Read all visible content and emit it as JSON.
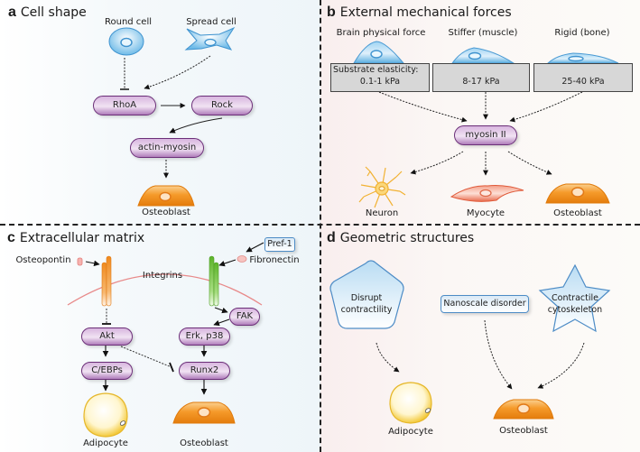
{
  "panels": {
    "a": {
      "letter": "a",
      "title": "Cell shape",
      "cells": {
        "round": "Round cell",
        "spread": "Spread cell",
        "osteoblast": "Osteoblast"
      },
      "nodes": {
        "rhoa": "RhoA",
        "rock": "Rock",
        "actin_myosin": "actin-myosin"
      }
    },
    "b": {
      "letter": "b",
      "title": "External mechanical forces",
      "conditions": [
        {
          "label": "Brain physical force",
          "substrate_line1": "Substrate elasticity:",
          "substrate_line2": "0.1-1 kPa"
        },
        {
          "label": "Stiffer (muscle)",
          "substrate_line1": "",
          "substrate_line2": "8-17 kPa"
        },
        {
          "label": "Rigid (bone)",
          "substrate_line1": "",
          "substrate_line2": "25-40 kPa"
        }
      ],
      "nodes": {
        "myosin": "myosin II"
      },
      "outcomes": {
        "neuron": "Neuron",
        "myocyte": "Myocyte",
        "osteoblast": "Osteoblast"
      }
    },
    "c": {
      "letter": "c",
      "title": "Extracellular matrix",
      "ligands": {
        "osteopontin": "Osteopontin",
        "fibronectin": "Fibronectin",
        "pref1": "Pref-1"
      },
      "membrane_label": "Integrins",
      "nodes": {
        "fak": "FAK",
        "akt": "Akt",
        "erk": "Erk, p38",
        "cebps": "C/EBPs",
        "runx2": "Runx2"
      },
      "outcomes": {
        "adipocyte": "Adipocyte",
        "osteoblast": "Osteoblast"
      }
    },
    "d": {
      "letter": "d",
      "title": "Geometric structures",
      "shapes": {
        "disrupt_line1": "Disrupt",
        "disrupt_line2": "contractility",
        "nanoscale": "Nanoscale disorder",
        "contractile_line1": "Contractile",
        "contractile_line2": "cytoskeleton"
      },
      "outcomes": {
        "adipocyte": "Adipocyte",
        "osteoblast": "Osteoblast"
      }
    }
  },
  "colors": {
    "pathway_purple": "#6b2f78",
    "cell_blue": "#5aaee0",
    "osteoblast_orange": "#f28c1c",
    "adipocyte_yellow": "#f5d04a",
    "integrin_orange": "#f0902a",
    "integrin_green": "#6cbf3a",
    "membrane_red": "#e88a8a"
  }
}
